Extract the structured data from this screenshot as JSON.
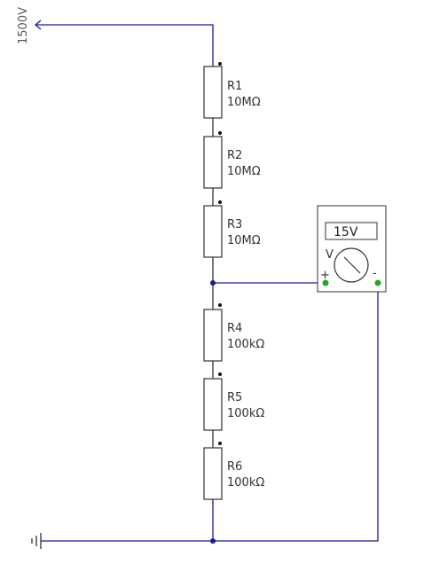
{
  "source": {
    "label": "1500V"
  },
  "resistors": [
    {
      "name": "R1",
      "value": "10MΩ"
    },
    {
      "name": "R2",
      "value": "10MΩ"
    },
    {
      "name": "R3",
      "value": "10MΩ"
    },
    {
      "name": "R4",
      "value": "100kΩ"
    },
    {
      "name": "R5",
      "value": "100kΩ"
    },
    {
      "name": "R6",
      "value": "100kΩ"
    }
  ],
  "voltmeter": {
    "reading": "15V",
    "unit_symbol": "V",
    "plus_symbol": "+",
    "minus_symbol": "-"
  },
  "colors": {
    "wire": "#1a1a99",
    "terminal": "#22aa22"
  }
}
